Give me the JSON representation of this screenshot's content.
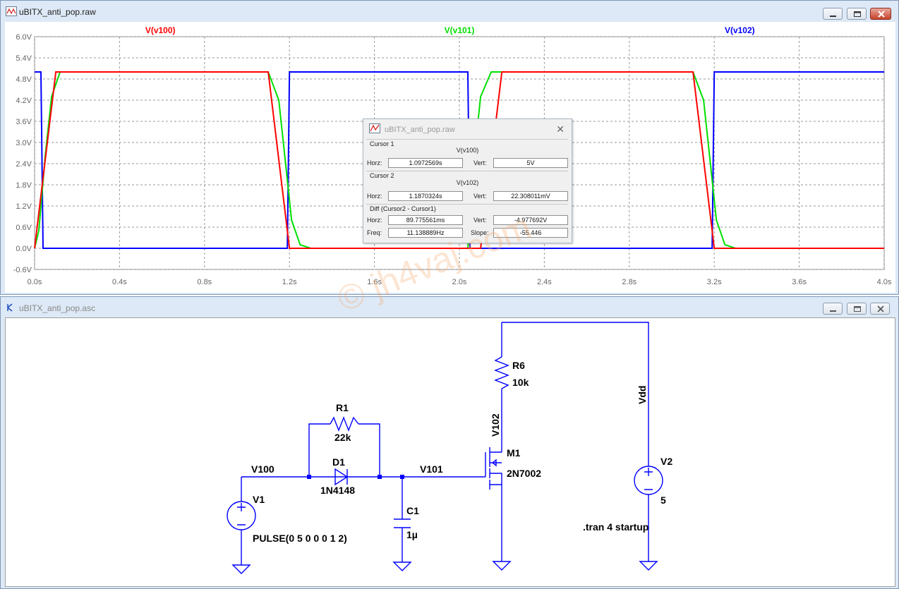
{
  "waveform_window": {
    "title": "uBITX_anti_pop.raw",
    "traces": [
      {
        "name": "V(v100)",
        "color": "#ff0000"
      },
      {
        "name": "V(v101)",
        "color": "#00e000"
      },
      {
        "name": "V(v102)",
        "color": "#0000ff"
      }
    ],
    "y_ticks": [
      "6.0V",
      "5.4V",
      "4.8V",
      "4.2V",
      "3.6V",
      "3.0V",
      "2.4V",
      "1.8V",
      "1.2V",
      "0.6V",
      "0.0V",
      "-0.6V"
    ],
    "x_ticks": [
      "0.0s",
      "0.4s",
      "0.8s",
      "1.2s",
      "1.6s",
      "2.0s",
      "2.4s",
      "2.8s",
      "3.2s",
      "3.6s",
      "4.0s"
    ]
  },
  "chart_data": {
    "type": "line",
    "xlabel": "",
    "ylabel": "",
    "xlim": [
      0,
      4.0
    ],
    "ylim": [
      -0.6,
      6.0
    ],
    "grid": true,
    "series": [
      {
        "name": "V(v102)",
        "color": "#0000ff",
        "points": [
          [
            0.0,
            5.0
          ],
          [
            0.03,
            5.0
          ],
          [
            0.04,
            0.0
          ],
          [
            1.19,
            0.0
          ],
          [
            1.2,
            5.0
          ],
          [
            2.04,
            5.0
          ],
          [
            2.05,
            0.0
          ],
          [
            3.19,
            0.0
          ],
          [
            3.2,
            5.0
          ],
          [
            4.0,
            5.0
          ]
        ]
      },
      {
        "name": "V(v101)",
        "color": "#00e000",
        "points": [
          [
            0.0,
            0.0
          ],
          [
            0.02,
            0.5
          ],
          [
            0.05,
            2.6
          ],
          [
            0.08,
            4.3
          ],
          [
            0.12,
            5.0
          ],
          [
            1.1,
            5.0
          ],
          [
            1.15,
            4.2
          ],
          [
            1.18,
            2.5
          ],
          [
            1.21,
            0.8
          ],
          [
            1.25,
            0.1
          ],
          [
            1.3,
            0.0
          ],
          [
            2.04,
            0.0
          ],
          [
            2.07,
            2.6
          ],
          [
            2.1,
            4.3
          ],
          [
            2.15,
            5.0
          ],
          [
            3.1,
            5.0
          ],
          [
            3.15,
            4.2
          ],
          [
            3.18,
            2.5
          ],
          [
            3.21,
            0.8
          ],
          [
            3.25,
            0.1
          ],
          [
            3.3,
            0.0
          ],
          [
            4.0,
            0.0
          ]
        ]
      },
      {
        "name": "V(v100)",
        "color": "#ff0000",
        "points": [
          [
            0.0,
            0.0
          ],
          [
            0.1,
            5.0
          ],
          [
            1.1,
            5.0
          ],
          [
            1.2,
            0.0
          ],
          [
            2.1,
            0.0
          ],
          [
            2.2,
            5.0
          ],
          [
            3.1,
            5.0
          ],
          [
            3.2,
            0.0
          ],
          [
            4.0,
            0.0
          ]
        ]
      }
    ]
  },
  "cursor_dialog": {
    "title": "uBITX_anti_pop.raw",
    "cursor1": {
      "label": "Cursor 1",
      "signal": "V(v100)",
      "horz_label": "Horz:",
      "horz": "1.0972569s",
      "vert_label": "Vert:",
      "vert": "5V"
    },
    "cursor2": {
      "label": "Cursor 2",
      "signal": "V(v102)",
      "horz_label": "Horz:",
      "horz": "1.1870324s",
      "vert_label": "Vert:",
      "vert": "22.308011mV"
    },
    "diff": {
      "label": "Diff (Cursor2 - Cursor1)",
      "horz_label": "Horz:",
      "horz": "89.775561ms",
      "vert_label": "Vert:",
      "vert": "-4.977692V",
      "freq_label": "Freq:",
      "freq": "11.138889Hz",
      "slope_label": "Slope:",
      "slope": "-55.446"
    }
  },
  "schematic_window": {
    "title": "uBITX_anti_pop.asc",
    "labels": {
      "v100": "V100",
      "v101": "V101",
      "v102": "V102",
      "vdd": "Vdd",
      "v1": "V1",
      "v1_value": "PULSE(0 5 0 0 0 1 2)",
      "r1": "R1",
      "r1_value": "22k",
      "d1": "D1",
      "d1_value": "1N4148",
      "c1": "C1",
      "c1_value": "1µ",
      "m1": "M1",
      "m1_value": "2N7002",
      "r6": "R6",
      "r6_value": "10k",
      "v2": "V2",
      "v2_value": "5",
      "directive": ".tran 4 startup"
    }
  },
  "watermark": "© jh4vaj.com"
}
